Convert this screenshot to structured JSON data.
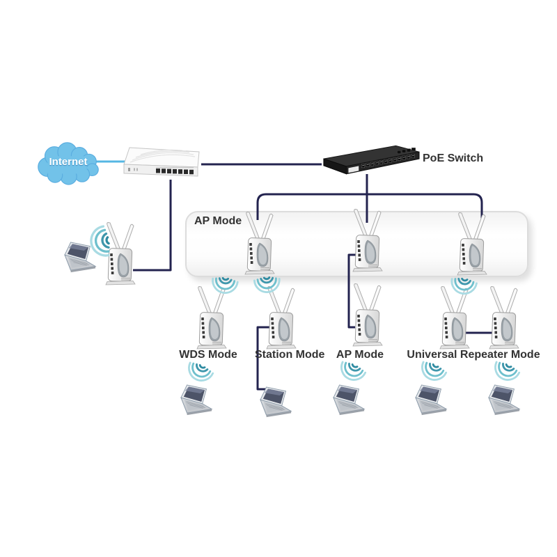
{
  "diagram": {
    "internet_label": "Internet",
    "poe_switch_label": "PoE Switch",
    "ap_group_label": "AP Mode",
    "mode_labels": {
      "wds": "WDS Mode",
      "station": "Station Mode",
      "ap": "AP Mode",
      "universal_repeater": "Universal Repeater Mode"
    }
  },
  "nodes": {
    "internet": {
      "label": "Internet",
      "type": "cloud"
    },
    "router": {
      "type": "wireless-router"
    },
    "poe_switch": {
      "label": "PoE Switch",
      "type": "24-port-poe-switch"
    },
    "ap_group": {
      "label": "AP Mode",
      "access_points": 3
    },
    "standalone_ap": {
      "type": "access-point"
    },
    "modes": [
      {
        "label": "WDS Mode",
        "access_points": 1
      },
      {
        "label": "Station Mode",
        "access_points": 1
      },
      {
        "label": "AP Mode",
        "access_points": 1
      },
      {
        "label": "Universal Repeater Mode",
        "access_points": 2
      }
    ],
    "laptops": 6
  },
  "connections": [
    {
      "from": "internet",
      "to": "router",
      "type": "wired"
    },
    {
      "from": "router",
      "to": "poe-switch",
      "type": "wired"
    },
    {
      "from": "router",
      "to": "standalone-ap",
      "type": "wired"
    },
    {
      "from": "standalone-ap",
      "to": "laptop-left",
      "type": "wireless"
    },
    {
      "from": "poe-switch",
      "to": "ap-group-ap-1",
      "type": "wired"
    },
    {
      "from": "poe-switch",
      "to": "ap-group-ap-2",
      "type": "wired"
    },
    {
      "from": "poe-switch",
      "to": "ap-group-ap-3",
      "type": "wired"
    },
    {
      "from": "ap-group-ap-1",
      "to": "wds-mode-ap",
      "type": "wireless"
    },
    {
      "from": "ap-group-ap-1",
      "to": "station-mode-ap",
      "type": "wireless"
    },
    {
      "from": "ap-group-ap-2",
      "to": "ap-mode-ap",
      "type": "wired"
    },
    {
      "from": "ap-group-ap-3",
      "to": "universal-repeater-ap-1",
      "type": "wireless"
    },
    {
      "from": "universal-repeater-ap-1",
      "to": "universal-repeater-ap-2",
      "type": "wired"
    },
    {
      "from": "station-mode-ap",
      "to": "laptop-station",
      "type": "wired"
    },
    {
      "from": "wds-mode-ap",
      "to": "laptop-wds",
      "type": "wireless"
    },
    {
      "from": "ap-mode-ap",
      "to": "laptop-ap",
      "type": "wireless"
    },
    {
      "from": "universal-repeater-ap-1",
      "to": "laptop-ur-1",
      "type": "wireless"
    },
    {
      "from": "universal-repeater-ap-2",
      "to": "laptop-ur-2",
      "type": "wireless"
    }
  ],
  "icons": {
    "cloud": "internet-cloud-icon",
    "wifi": "wifi-signal-arcs-icon",
    "router": "router-device-icon",
    "switch": "poe-switch-device-icon",
    "access_point": "access-point-device-icon",
    "laptop": "laptop-device-icon"
  },
  "colors": {
    "background": "#ffffff",
    "wired_line": "#23234f",
    "internet_line": "#55b7e3",
    "cloud_fill": "#72c2e9",
    "label_text": "#333333",
    "wifi_signal": "#3f97ac",
    "box_border": "#dcdcdc"
  }
}
